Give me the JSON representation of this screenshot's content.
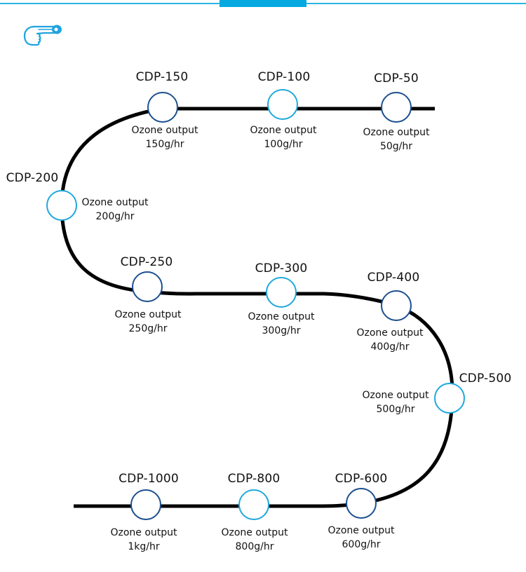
{
  "header": {
    "accent_color": "#05a9e0",
    "icon": "pointing-hand-icon"
  },
  "diagram": {
    "line_color": "#000000",
    "circle_colors": {
      "dark": "#1b4f8f",
      "light": "#1fa9dc"
    },
    "nodes": [
      {
        "id": "cdp-150",
        "title": "CDP-150",
        "desc1": "Ozone output",
        "desc2": "150g/hr",
        "style": "dark"
      },
      {
        "id": "cdp-100",
        "title": "CDP-100",
        "desc1": "Ozone output",
        "desc2": "100g/hr",
        "style": "light"
      },
      {
        "id": "cdp-50",
        "title": "CDP-50",
        "desc1": "Ozone output",
        "desc2": "50g/hr",
        "style": "dark"
      },
      {
        "id": "cdp-200",
        "title": "CDP-200",
        "desc1": "Ozone output",
        "desc2": "200g/hr",
        "style": "light"
      },
      {
        "id": "cdp-250",
        "title": "CDP-250",
        "desc1": "Ozone output",
        "desc2": "250g/hr",
        "style": "dark"
      },
      {
        "id": "cdp-300",
        "title": "CDP-300",
        "desc1": "Ozone output",
        "desc2": "300g/hr",
        "style": "light"
      },
      {
        "id": "cdp-400",
        "title": "CDP-400",
        "desc1": "Ozone output",
        "desc2": "400g/hr",
        "style": "dark"
      },
      {
        "id": "cdp-500",
        "title": "CDP-500",
        "desc1": "Ozone output",
        "desc2": "500g/hr",
        "style": "light"
      },
      {
        "id": "cdp-600",
        "title": "CDP-600",
        "desc1": "Ozone output",
        "desc2": "600g/hr",
        "style": "dark"
      },
      {
        "id": "cdp-800",
        "title": "CDP-800",
        "desc1": "Ozone output",
        "desc2": "800g/hr",
        "style": "light"
      },
      {
        "id": "cdp-1000",
        "title": "CDP-1000",
        "desc1": "Ozone output",
        "desc2": "1kg/hr",
        "style": "dark"
      }
    ]
  }
}
